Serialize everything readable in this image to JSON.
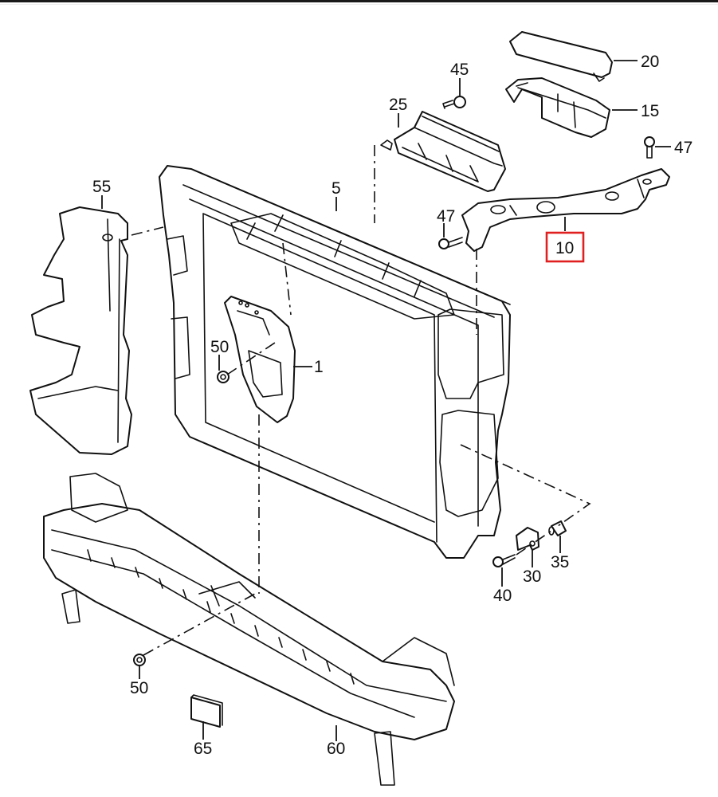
{
  "diagram": {
    "type": "exploded parts diagram",
    "highlight_color": "#e02020",
    "highlighted_part": "10",
    "callouts": [
      {
        "id": "c20",
        "label": "20",
        "part": "air duct cover"
      },
      {
        "id": "c15",
        "label": "15",
        "part": "air duct housing"
      },
      {
        "id": "c45",
        "label": "45",
        "part": "screw"
      },
      {
        "id": "c25",
        "label": "25",
        "part": "air guide duct"
      },
      {
        "id": "c47a",
        "label": "47",
        "part": "screw"
      },
      {
        "id": "c47b",
        "label": "47",
        "part": "screw"
      },
      {
        "id": "c10",
        "label": "10",
        "part": "bracket",
        "highlighted": true
      },
      {
        "id": "c5",
        "label": "5",
        "part": "lock carrier / front end frame"
      },
      {
        "id": "c55",
        "label": "55",
        "part": "air baffle"
      },
      {
        "id": "c50a",
        "label": "50",
        "part": "nut"
      },
      {
        "id": "c1",
        "label": "1",
        "part": "bracket"
      },
      {
        "id": "c35",
        "label": "35",
        "part": "spacer sleeve"
      },
      {
        "id": "c30",
        "label": "30",
        "part": "holder"
      },
      {
        "id": "c40",
        "label": "40",
        "part": "bolt"
      },
      {
        "id": "c50b",
        "label": "50",
        "part": "nut"
      },
      {
        "id": "c65",
        "label": "65",
        "part": "pad"
      },
      {
        "id": "c60",
        "label": "60",
        "part": "bumper reinforcement"
      }
    ]
  }
}
